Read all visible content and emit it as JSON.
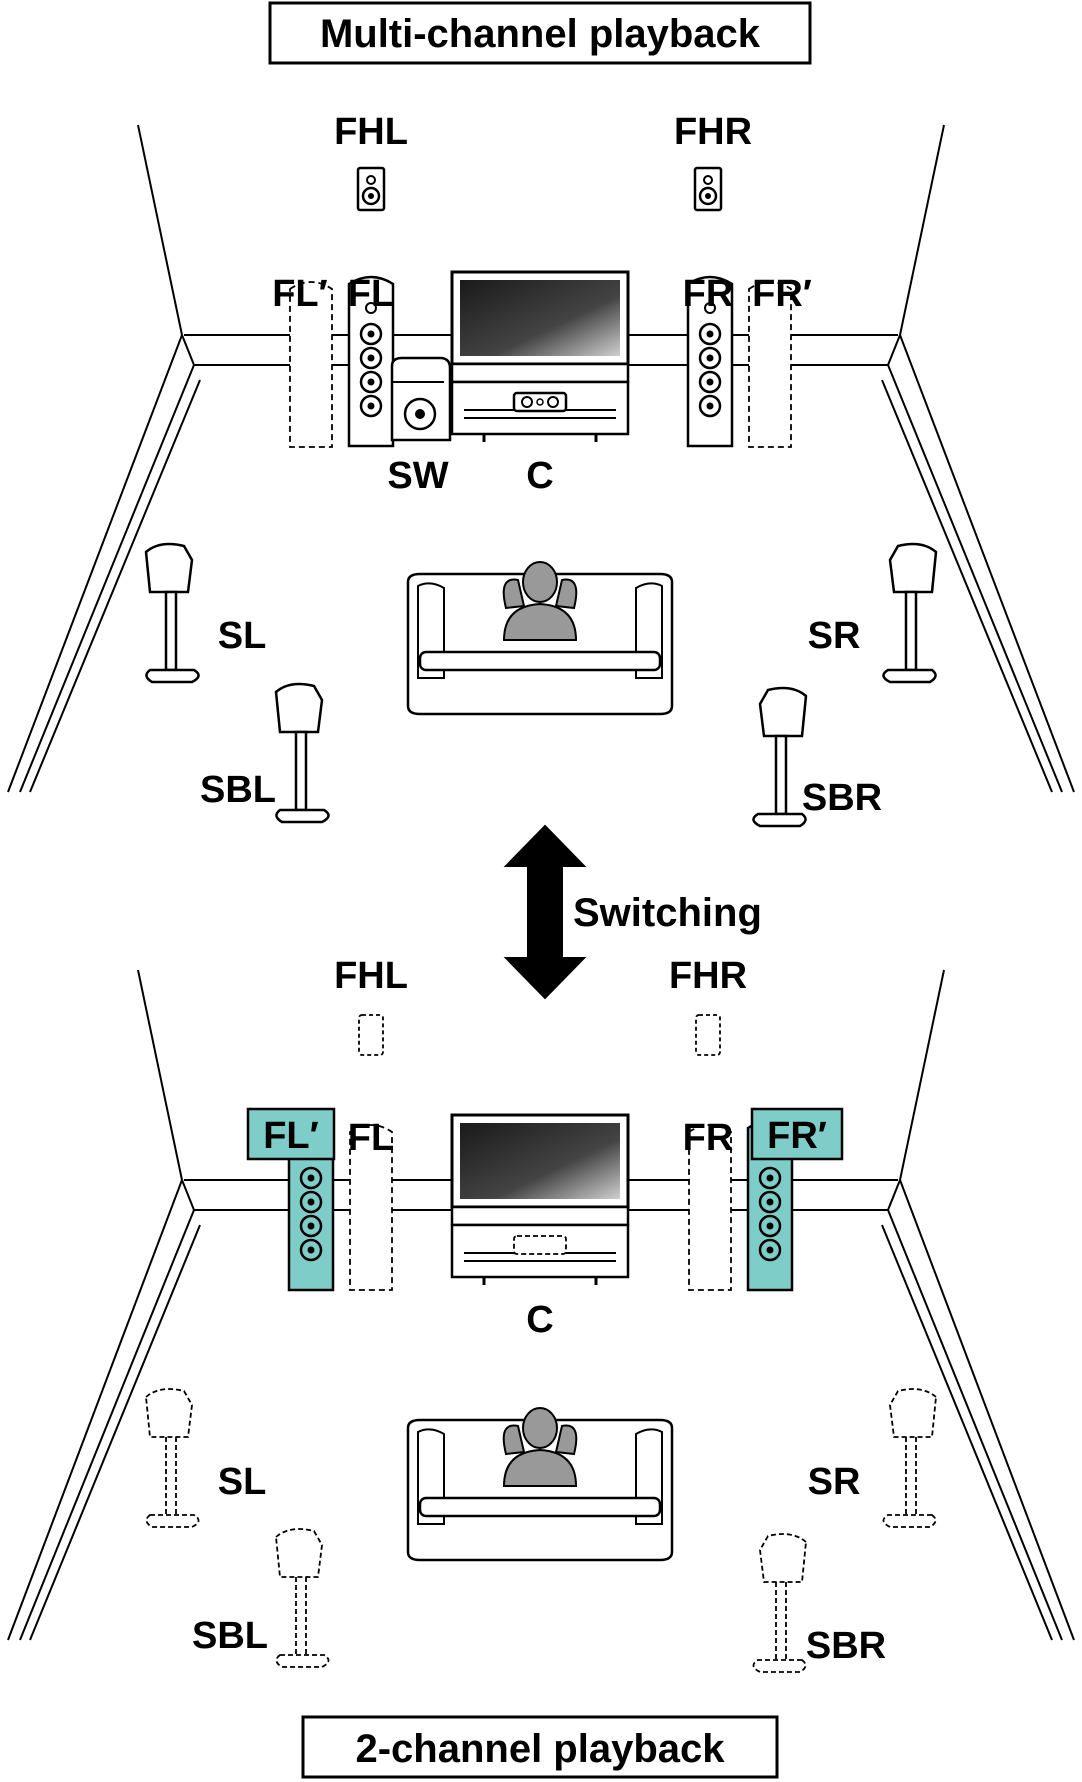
{
  "titles": {
    "top": "Multi-channel playback",
    "bottom": "2-channel playback"
  },
  "switching_label": "Switching",
  "top_scene": {
    "labels": {
      "fhl": "FHL",
      "fhr": "FHR",
      "fl_prime": "FL′",
      "fl": "FL",
      "fr": "FR",
      "fr_prime": "FR′",
      "sw": "SW",
      "c": "C",
      "sl": "SL",
      "sr": "SR",
      "sbl": "SBL",
      "sbr": "SBR"
    }
  },
  "bottom_scene": {
    "labels": {
      "fhl": "FHL",
      "fhr": "FHR",
      "fl_prime": "FL′",
      "fl": "FL",
      "fr": "FR",
      "fr_prime": "FR′",
      "c": "C",
      "sl": "SL",
      "sr": "SR",
      "sbl": "SBL",
      "sbr": "SBR"
    }
  },
  "colors": {
    "active_speaker": "#7fcdc9",
    "line": "#000000",
    "listener": "#888888"
  }
}
